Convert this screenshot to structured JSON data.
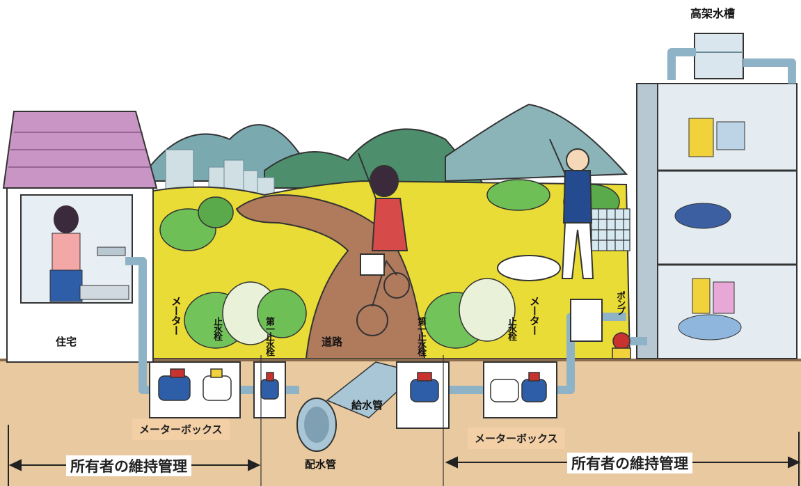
{
  "labels": {
    "elevated_tank": "高架水槽",
    "house": "住宅",
    "road": "道路",
    "meter_left": "メーター",
    "meter_right": "メーター",
    "stop_valve_left": "止水栓",
    "stop_valve_right": "止水栓",
    "first_stop_valve_left": "第一止水栓",
    "first_stop_valve_right": "第一止水栓",
    "pump": "ポンプ",
    "supply_pipe": "給水管",
    "distribution_main": "配水管",
    "meter_box_left": "メーターボックス",
    "meter_box_right": "メーターボックス",
    "owner_maintenance_left": "所有者の維持管理",
    "owner_maintenance_right": "所有者の維持管理"
  },
  "colors": {
    "ground": "#e8c9a0",
    "grass": "#e9dc3a",
    "mountain": "#6f9f9f",
    "pipe": "#a9c6d6",
    "valve_red": "#c8322f",
    "valve_blue": "#2f5ea8",
    "box": "#f3cfa6"
  },
  "icons": [
    "house-icon",
    "apartment-icon",
    "tank-icon",
    "pump-icon",
    "bicycle-icon",
    "person-icon",
    "faucet-icon",
    "valve-icon",
    "meter-icon",
    "pipe-icon"
  ]
}
